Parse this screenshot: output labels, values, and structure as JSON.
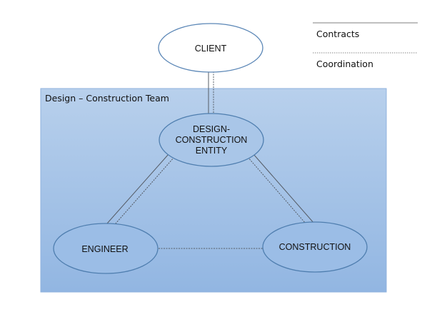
{
  "team": {
    "label": "Design – Construction Team"
  },
  "nodes": {
    "client": {
      "label": "CLIENT"
    },
    "dce": {
      "lines": [
        "DESIGN-",
        "CONSTRUCTION",
        "ENTITY"
      ]
    },
    "engineer": {
      "label": "ENGINEER"
    },
    "construction": {
      "label": "CONSTRUCTION"
    }
  },
  "legend": {
    "contracts": "Contracts",
    "coordination": "Coordination"
  },
  "colors": {
    "team_top": "#b7cfeb",
    "team_bottom": "#93b7e3",
    "ellipse_stroke": "#4f7eaf",
    "line": "#5a6470"
  }
}
